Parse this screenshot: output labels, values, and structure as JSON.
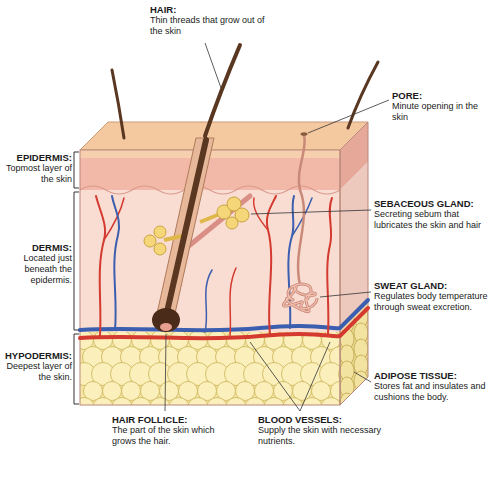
{
  "diagram": {
    "labels": [
      "HAIR:",
      "Thin threads that grow out of the skin",
      "PORE:",
      "Minute opening in the skin",
      "EPIDERMIS:",
      "Topmost layer of the skin",
      "SEBACEOUS GLAND:",
      "Secreting sebum that lubricates the skin and hair",
      "DERMIS:",
      "Located just beneath the epidermis.",
      "SWEAT GLAND:",
      "Regulates body temperature through sweat excretion.",
      "HYPODERMIS:",
      "Deepest layer of the skin.",
      "ADIPOSE TISSUE:",
      "Stores fat and insulates and cushions the body.",
      "HAIR FOLLICLE:",
      "The part of the skin which grows the hair.",
      "BLOOD VESSELS:",
      "Supply the skin with necessary nutrients."
    ]
  }
}
